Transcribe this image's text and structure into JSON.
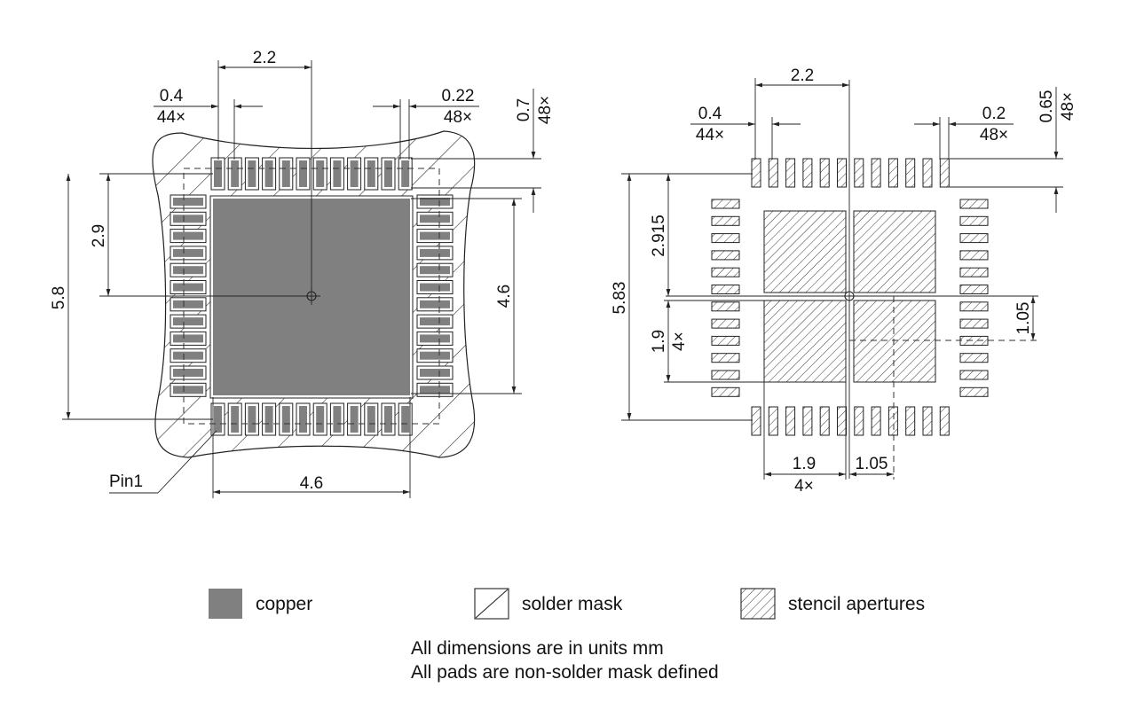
{
  "colors": {
    "copper": "#808080",
    "line": "#222222",
    "background": "#ffffff"
  },
  "left": {
    "dims": {
      "center_pitch_x": "2.2",
      "pad_width": "0.4",
      "pad_width_count": "44×",
      "clearance": "0.22",
      "clearance_count": "48×",
      "pad_length": "0.7",
      "pad_length_count": "48×",
      "center_pitch_y": "2.9",
      "outer_y": "5.8",
      "exposed_pad_y": "4.6",
      "exposed_pad_x": "4.6"
    },
    "pin1_label": "Pin1"
  },
  "right": {
    "dims": {
      "center_pitch_x": "2.2",
      "pad_width": "0.4",
      "pad_width_count": "44×",
      "aperture_width": "0.2",
      "aperture_width_count": "48×",
      "aperture_length": "0.65",
      "aperture_length_count": "48×",
      "half_y": "2.915",
      "outer_y": "5.83",
      "stencil_y": "1.9",
      "stencil_y_count": "4×",
      "gap_y": "1.05",
      "stencil_x": "1.9",
      "stencil_x_count": "4×",
      "gap_x": "1.05"
    }
  },
  "legend": {
    "copper": "copper",
    "solder_mask": "solder mask",
    "stencil": "stencil apertures"
  },
  "notes": {
    "line1": "All dimensions are in units mm",
    "line2": "All pads are non-solder mask defined"
  }
}
